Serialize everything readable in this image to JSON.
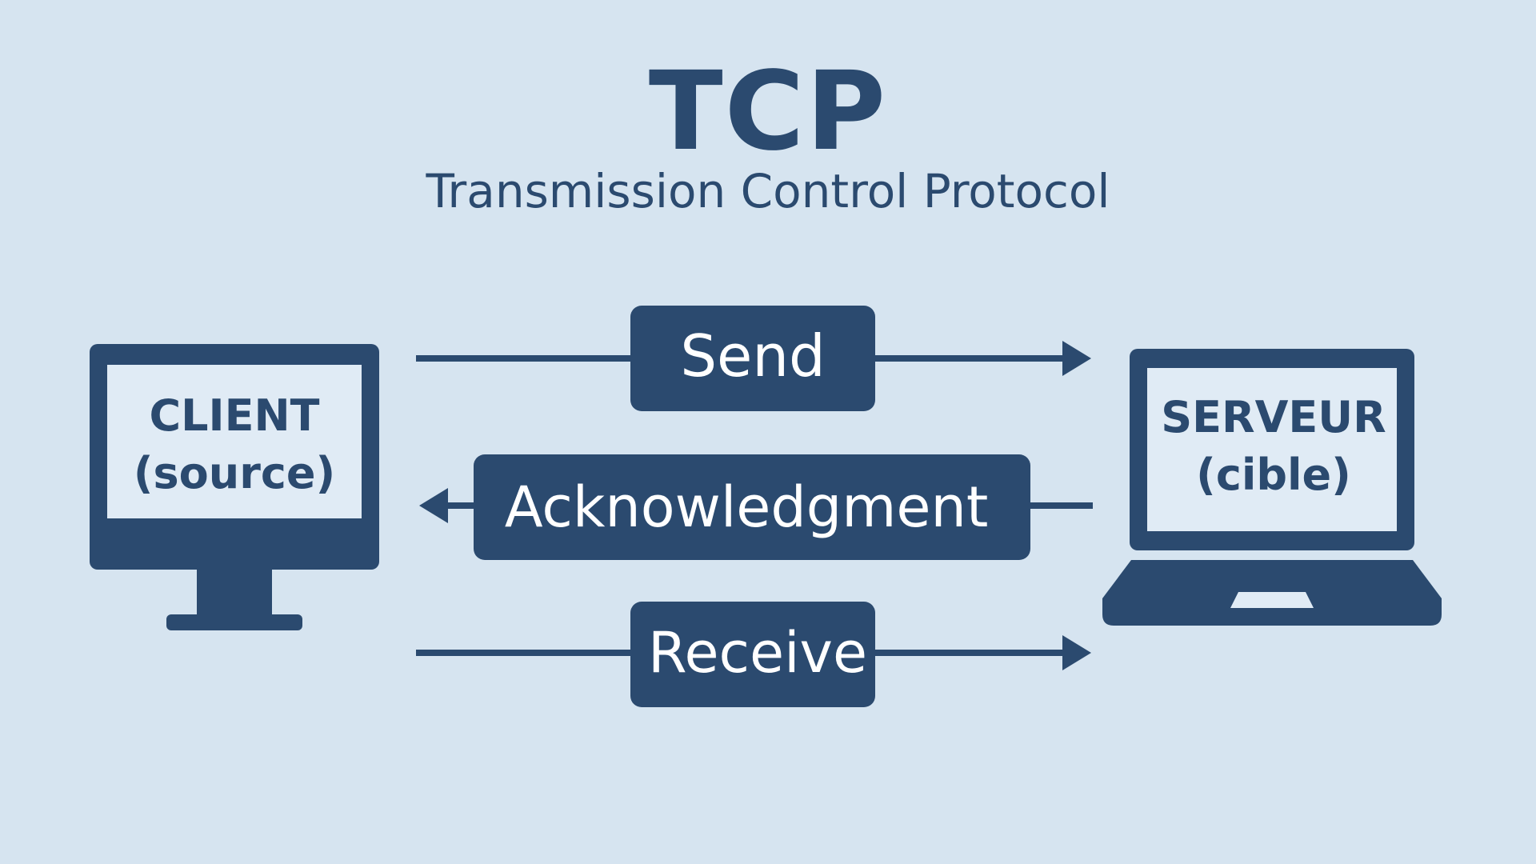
{
  "header": {
    "title": "TCP",
    "subtitle": "Transmission Control Protocol"
  },
  "client": {
    "name": "CLIENT",
    "role": "(source)",
    "icon": "desktop-monitor-icon"
  },
  "server": {
    "name": "SERVEUR",
    "role": "(cible)",
    "icon": "laptop-icon"
  },
  "messages": [
    {
      "label": "Send",
      "direction": "client-to-server"
    },
    {
      "label": "Acknowledgment",
      "direction": "server-to-client"
    },
    {
      "label": "Receive",
      "direction": "client-to-server"
    }
  ],
  "colors": {
    "background": "#d6e4f0",
    "primary": "#2b4a6f",
    "screen": "#e0ebf5",
    "text_light": "#ffffff"
  }
}
